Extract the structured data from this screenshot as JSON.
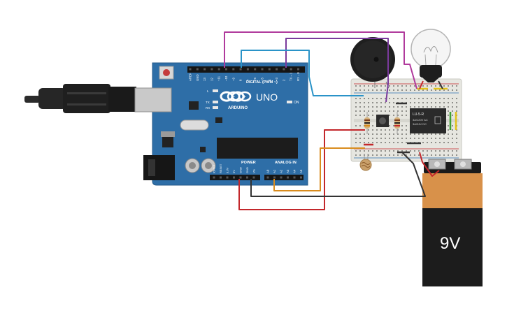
{
  "arduino": {
    "brand": "ARDUINO",
    "model": "UNO",
    "digital_label": "DIGITAL (PWM ~)",
    "power_label": "POWER",
    "analog_label": "ANALOG IN",
    "on_label": "ON",
    "led_labels": [
      "L",
      "TX",
      "RX"
    ],
    "digital_pins": [
      "AREF",
      "GND",
      "13",
      "12",
      "~11",
      "~10",
      "~9",
      "8",
      "7",
      "~6",
      "~5",
      "4",
      "~3",
      "2",
      "TX→1",
      "RX←0"
    ],
    "power_pins": [
      "IOREF",
      "RESET",
      "3.3V",
      "5V",
      "GND",
      "GND",
      "Vin"
    ],
    "analog_pins": [
      "A0",
      "A1",
      "A2",
      "A3",
      "A4",
      "A5"
    ]
  },
  "relay": {
    "model": "LU-5-R",
    "rating_ac": "3A/120V AC",
    "rating_dc": "3A/24V DC"
  },
  "battery": {
    "label": "9V"
  },
  "colors": {
    "board": "#2e6ea7",
    "breadboard": "#e6e6e0",
    "wire_magenta": "#b03a9c",
    "wire_purple": "#7a3a9c",
    "wire_blue": "#2a93c8",
    "wire_red": "#c3272b",
    "wire_orange": "#d98c1e",
    "wire_black": "#333333",
    "battery_orange": "#d8914a",
    "battery_black": "#1c1c1c"
  }
}
